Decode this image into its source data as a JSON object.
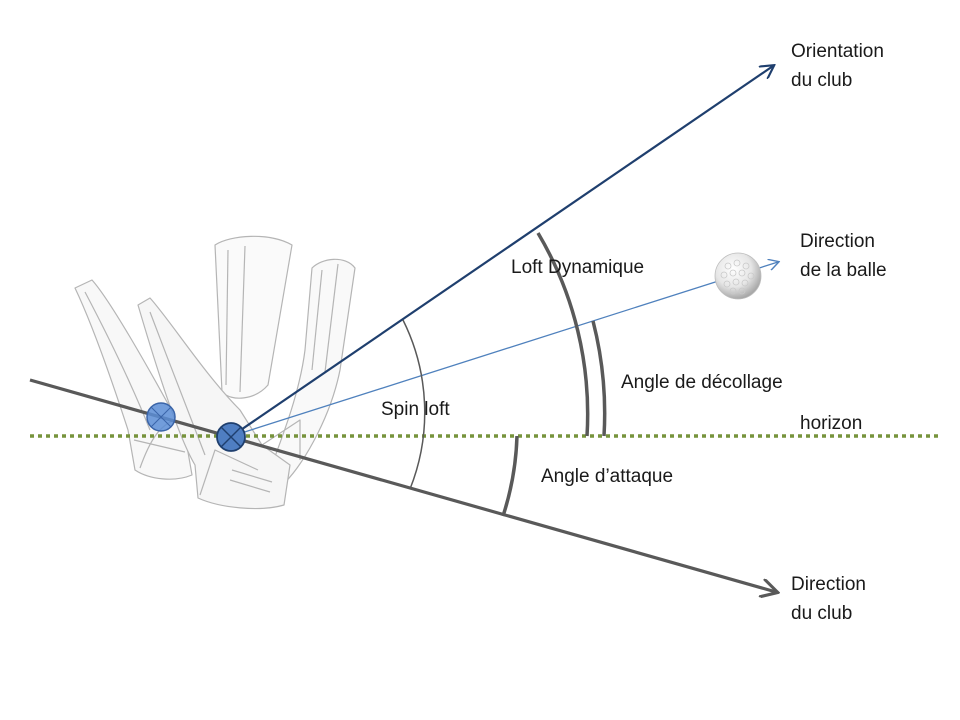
{
  "labels": {
    "club_orientation": [
      "Orientation",
      "du club"
    ],
    "ball_direction": [
      "Direction",
      "de la balle"
    ],
    "dynamic_loft": "Loft Dynamique",
    "launch_angle": "Angle de décollage",
    "horizon": "horizon",
    "spin_loft": "Spin loft",
    "attack_angle": "Angle d’attaque",
    "club_path": [
      "Direction",
      "du club"
    ]
  },
  "colors": {
    "club_orientation": "#1f3f6e",
    "ball_direction": "#4f81bd",
    "club_path": "#595959",
    "horizon": "#77933c",
    "arc": "#595959",
    "impact_marker": "#4f7ec2"
  },
  "icons": {
    "club_heads": "golf-iron-sketch-icon",
    "ball": "golf-ball-icon"
  }
}
